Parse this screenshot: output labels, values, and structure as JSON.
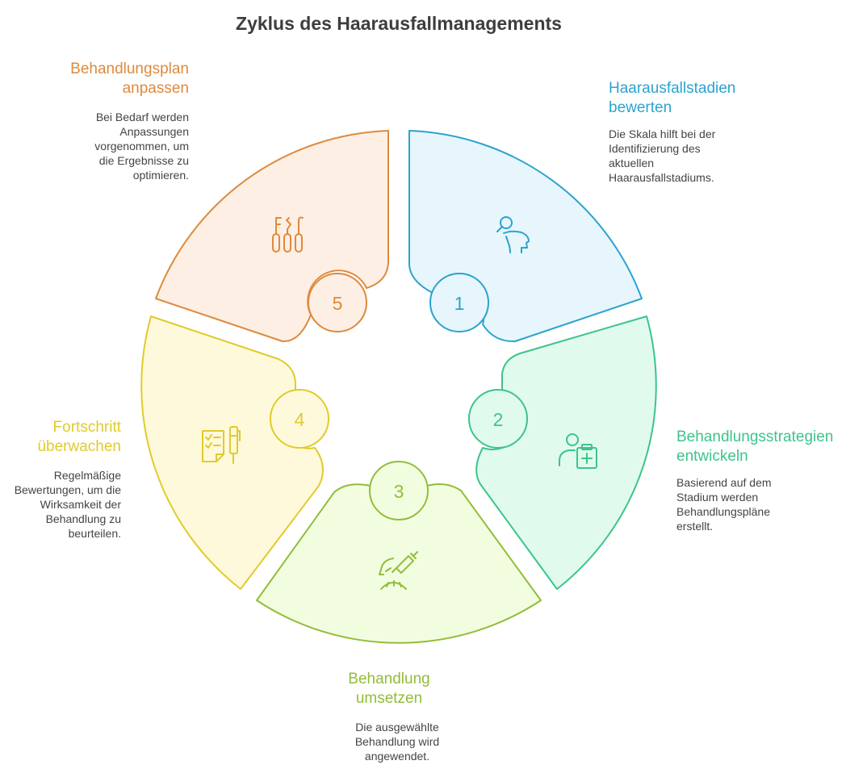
{
  "title": "Zyklus des Haarausfallmanagements",
  "colors": {
    "blue": "#2ba3cf",
    "green": "#3dc48a",
    "lime": "#92bd3a",
    "yellow": "#e0cb2c",
    "orange": "#dd8a3e"
  },
  "steps": [
    {
      "number": "1",
      "heading_lines": [
        "Haarausfallstadien",
        "bewerten"
      ],
      "description_lines": [
        "Die Skala hilft bei der",
        "Identifizierung des",
        "aktuellen",
        "Haarausfallstadiums."
      ],
      "icon": "head-magnifier-icon",
      "color": "#2ba3cf"
    },
    {
      "number": "2",
      "heading_lines": [
        "Behandlungsstrategien",
        "entwickeln"
      ],
      "description_lines": [
        "Basierend auf dem",
        "Stadium werden",
        "Behandlungspläne",
        "erstellt."
      ],
      "icon": "person-clipboard-icon",
      "color": "#3dc48a"
    },
    {
      "number": "3",
      "heading_lines": [
        "Behandlung",
        "umsetzen"
      ],
      "description_lines": [
        "Die ausgewählte",
        "Behandlung wird",
        "angewendet."
      ],
      "icon": "head-syringe-icon",
      "color": "#92bd3a"
    },
    {
      "number": "4",
      "heading_lines": [
        "Fortschritt",
        "überwachen"
      ],
      "description_lines": [
        "Regelmäßige",
        "Bewertungen, um die",
        "Wirksamkeit der",
        "Behandlung zu",
        "beurteilen."
      ],
      "icon": "checklist-pen-icon",
      "color": "#e0cb2c"
    },
    {
      "number": "5",
      "heading_lines": [
        "Behandlungsplan",
        "anpassen"
      ],
      "description_lines": [
        "Bei Bedarf werden",
        "Anpassungen",
        "vorgenommen, um",
        "die Ergebnisse zu",
        "optimieren."
      ],
      "icon": "tools-icon",
      "color": "#dd8a3e"
    }
  ]
}
